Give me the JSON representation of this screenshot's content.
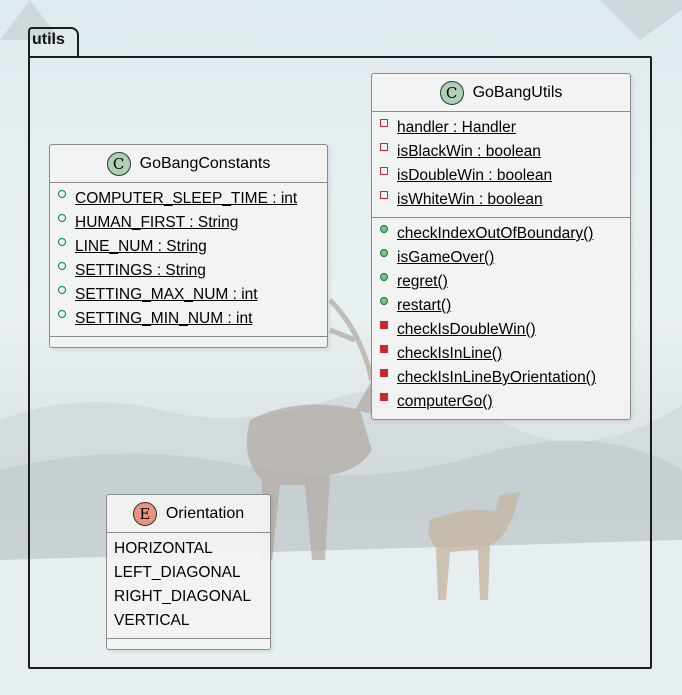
{
  "package": {
    "name": "utils"
  },
  "classes": {
    "gobang_constants": {
      "stereotype": "C",
      "name": "GoBangConstants",
      "fields": [
        {
          "name": "COMPUTER_SLEEP_TIME",
          "type": "int",
          "visibility": "public-field"
        },
        {
          "name": "HUMAN_FIRST",
          "type": "String",
          "visibility": "public-field"
        },
        {
          "name": "LINE_NUM",
          "type": "String",
          "visibility": "public-field"
        },
        {
          "name": "SETTINGS",
          "type": "String",
          "visibility": "public-field"
        },
        {
          "name": "SETTING_MAX_NUM",
          "type": "int",
          "visibility": "public-field"
        },
        {
          "name": "SETTING_MIN_NUM",
          "type": "int",
          "visibility": "public-field"
        }
      ],
      "field_labels": [
        "COMPUTER_SLEEP_TIME : int",
        "HUMAN_FIRST : String",
        "LINE_NUM : String",
        "SETTINGS : String",
        "SETTING_MAX_NUM : int",
        "SETTING_MIN_NUM : int"
      ]
    },
    "gobang_utils": {
      "stereotype": "C",
      "name": "GoBangUtils",
      "field_labels": [
        "handler : Handler",
        "isBlackWin : boolean",
        "isDoubleWin : boolean",
        "isWhiteWin : boolean"
      ],
      "method_labels": [
        "checkIndexOutOfBoundary()",
        "isGameOver()",
        "regret()",
        "restart()",
        "checkIsDoubleWin()",
        "checkIsInLine()",
        "checkIsInLineByOrientation()",
        "computerGo()"
      ]
    },
    "orientation": {
      "stereotype": "E",
      "name": "Orientation",
      "constants": [
        "HORIZONTAL",
        "LEFT_DIAGONAL",
        "RIGHT_DIAGONAL",
        "VERTICAL"
      ]
    }
  },
  "colors": {
    "class_badge": "#add1b2",
    "enum_badge": "#eb937f",
    "public_marker": "#038048",
    "private_marker": "#c82930"
  }
}
